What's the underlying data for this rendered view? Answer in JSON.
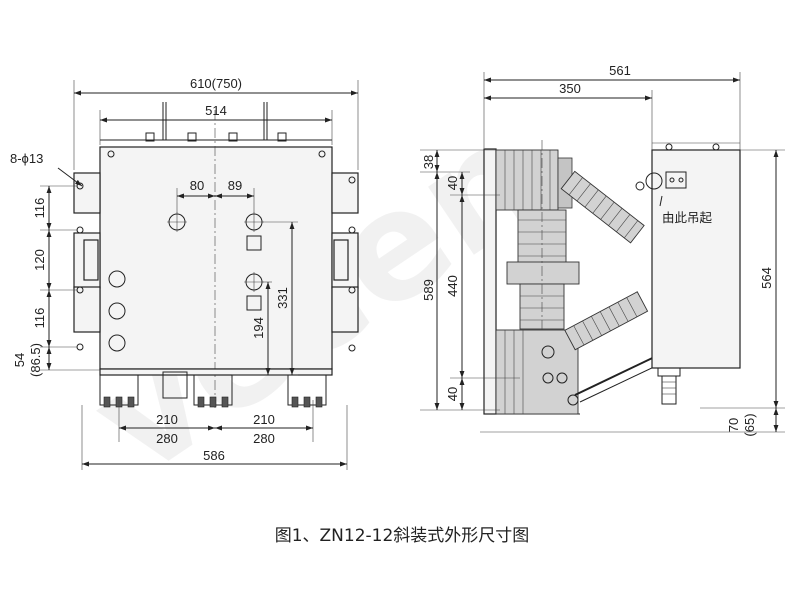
{
  "watermark": "vecen",
  "caption": "图1、ZN12-12斜装式外形尺寸图",
  "front_view": {
    "dims": {
      "overall_width": "610(750)",
      "inner_width": "514",
      "bottom_width": "586",
      "hole_note": "8-ϕ13",
      "offset_left": "80",
      "offset_right": "89",
      "v_116_top": "116",
      "v_120": "120",
      "v_116_bottom": "116",
      "v_54": "54",
      "v_86_5": "(86.5)",
      "h_331": "331",
      "h_194": "194",
      "b_210_left": "210",
      "b_280_left": "280",
      "b_210_right": "210",
      "b_280_right": "280"
    }
  },
  "side_view": {
    "dims": {
      "overall_depth": "561",
      "depth_350": "350",
      "v_38": "38",
      "v_40_top": "40",
      "v_589": "589",
      "v_440": "440",
      "v_40_bottom": "40",
      "h_564": "564",
      "v_70": "70",
      "v_65": "(65)"
    },
    "lift_note": "由此吊起"
  }
}
